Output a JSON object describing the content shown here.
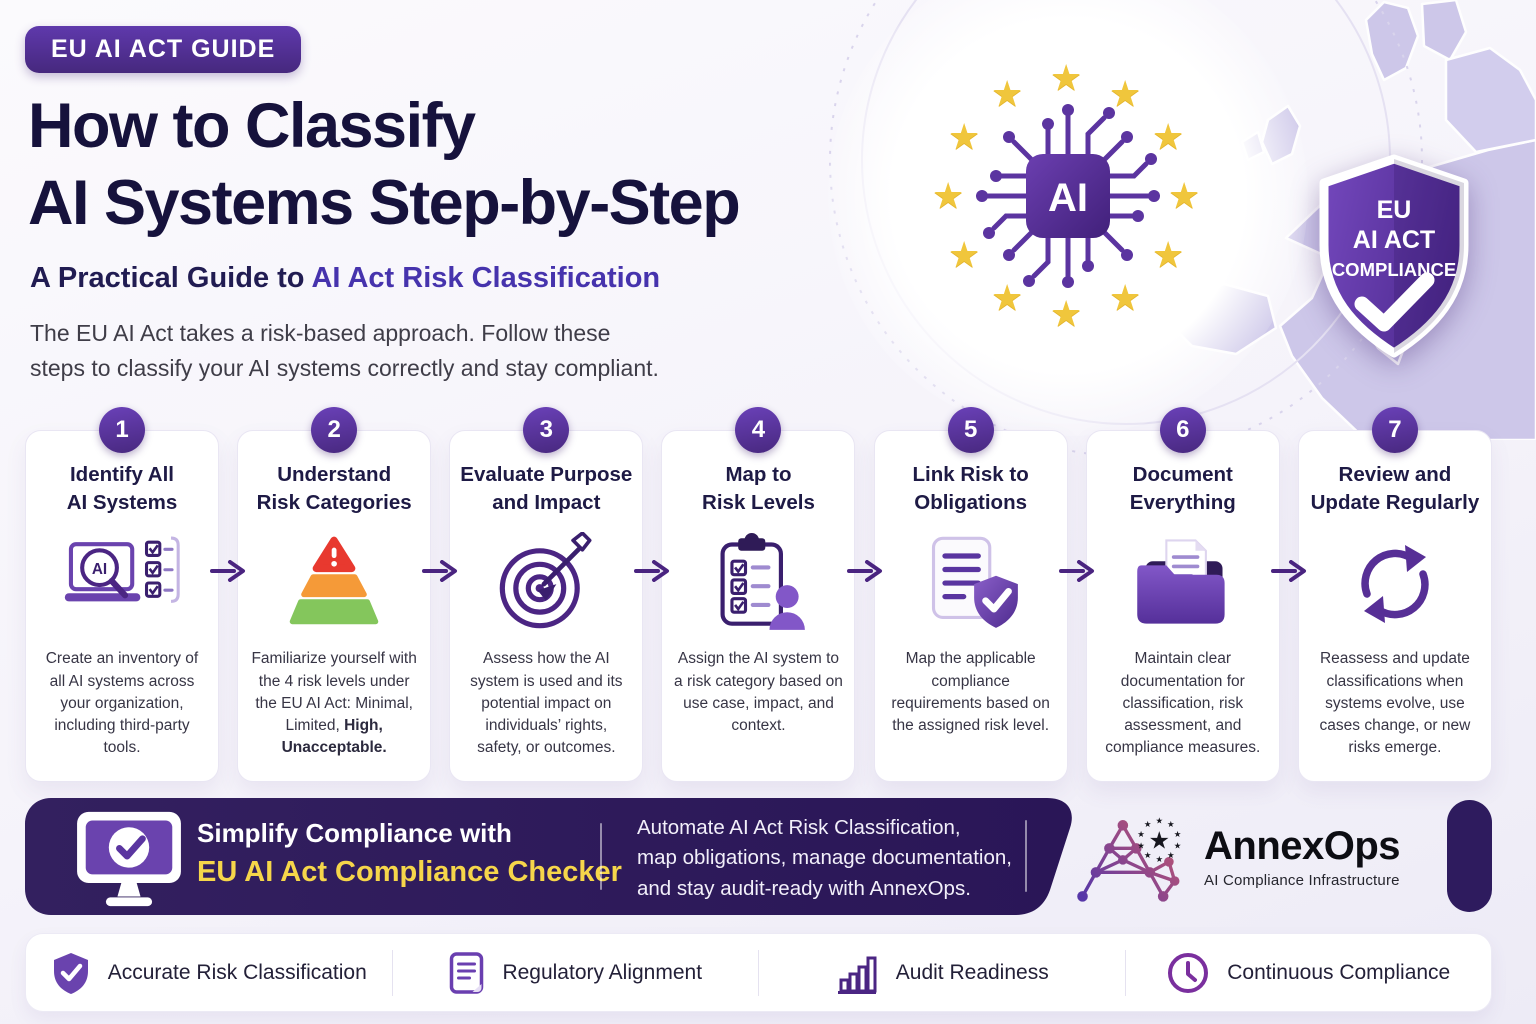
{
  "badge": "EU AI ACT GUIDE",
  "title_line1": "How to Classify",
  "title_line2": "AI Systems Step-by-Step",
  "subtitle_prefix": "A Practical Guide to ",
  "subtitle_highlight": "AI Act Risk Classification",
  "intro_line1": "The EU AI Act takes a risk-based approach. Follow these",
  "intro_line2": "steps to classify your AI systems correctly and stay compliant.",
  "hero": {
    "chip_label": "AI",
    "chip_icon": "eu-stars-ai-chip-icon",
    "map_icon": "europe-map-silhouette",
    "shield_icon": "compliance-shield-badge",
    "shield_line1": "EU",
    "shield_line2": "AI ACT",
    "shield_line3": "COMPLIANCE"
  },
  "steps": [
    {
      "number": "1",
      "title_line1": "Identify All",
      "title_line2": "AI Systems",
      "icon": "laptop-ai-checklist-icon",
      "icon_label": "AI",
      "description": "Create an inventory of all AI systems across your organization, including third-party tools."
    },
    {
      "number": "2",
      "title_line1": "Understand",
      "title_line2": "Risk Categories",
      "icon": "risk-pyramid-icon",
      "description": "Familiarize yourself with the 4 risk levels under the EU AI Act: Minimal, Limited, ",
      "description_bold": "High, Unacceptable."
    },
    {
      "number": "3",
      "title_line1": "Evaluate Purpose",
      "title_line2": "and Impact",
      "icon": "target-arrow-icon",
      "description": "Assess how the AI system is used and its potential impact on individuals’ rights, safety, or outcomes."
    },
    {
      "number": "4",
      "title_line1": "Map to",
      "title_line2": "Risk Levels",
      "icon": "clipboard-person-icon",
      "description": "Assign the AI system to a risk category based on use case, impact, and context."
    },
    {
      "number": "5",
      "title_line1": "Link Risk to",
      "title_line2": "Obligations",
      "icon": "document-shield-icon",
      "description": "Map the applicable compliance requirements based on the assigned risk level."
    },
    {
      "number": "6",
      "title_line1": "Document",
      "title_line2": "Everything",
      "icon": "folder-document-icon",
      "description": "Maintain clear documentation for classification, risk assessment, and compliance measures."
    },
    {
      "number": "7",
      "title_line1": "Review and",
      "title_line2": "Update Regularly",
      "icon": "refresh-arrows-icon",
      "description": "Reassess and update classifications when systems evolve, use cases change, or new risks emerge."
    }
  ],
  "cta": {
    "icon": "monitor-check-icon",
    "heading": "Simplify Compliance with",
    "product": "EU AI Act Compliance Checker",
    "pitch_line1": "Automate AI Act Risk Classification,",
    "pitch_line2": "map obligations, manage documentation,",
    "pitch_line3": "and stay audit-ready with AnnexOps.",
    "brand": "AnnexOps",
    "brand_tagline": "AI Compliance Infrastructure",
    "brand_icon": "network-a-star-ring-logo"
  },
  "features": [
    {
      "label": "Accurate Risk Classification",
      "icon": "shield-check-icon"
    },
    {
      "label": "Regulatory Alignment",
      "icon": "document-icon"
    },
    {
      "label": "Audit Readiness",
      "icon": "bar-chart-icon"
    },
    {
      "label": "Continuous Compliance",
      "icon": "clock-icon"
    }
  ],
  "colors": {
    "accent_purple": "#5a35a5",
    "dark_navy": "#16123c",
    "banner_bg": "#2e1b5e",
    "highlight_yellow": "#f6d64a",
    "star_gold": "#f0c63c",
    "risk_red": "#e8392f",
    "risk_orange": "#f59a38",
    "risk_green": "#84c65c"
  }
}
